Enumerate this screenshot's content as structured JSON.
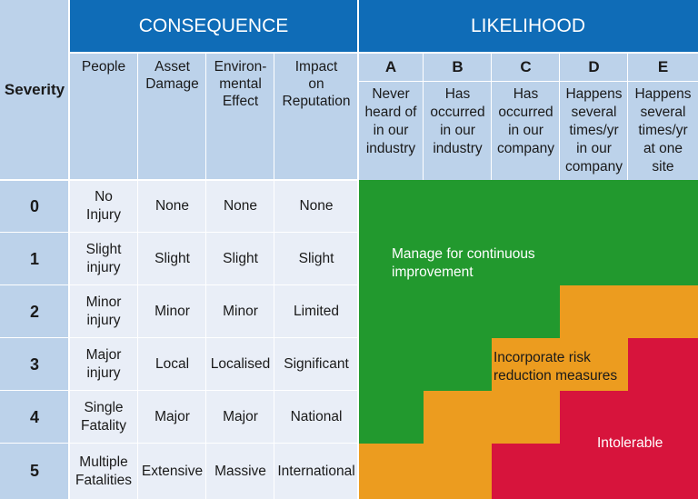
{
  "header": {
    "consequence": "CONSEQUENCE",
    "likelihood": "LIKELIHOOD",
    "severity": "Severity",
    "consequence_columns": [
      "People",
      "Asset\nDamage",
      "Environ-\nmental\nEffect",
      "Impact\non\nReputation"
    ],
    "likelihood_columns": [
      {
        "letter": "A",
        "description": "Never\nheard of\nin our\nindustry"
      },
      {
        "letter": "B",
        "description": "Has\noccurred\nin our\nindustry"
      },
      {
        "letter": "C",
        "description": "Has\noccurred\nin our\ncompany"
      },
      {
        "letter": "D",
        "description": "Happens\nseveral\ntimes/yr\nin our\ncompany"
      },
      {
        "letter": "E",
        "description": "Happens\nseveral\ntimes/yr\nat one\nsite"
      }
    ]
  },
  "rows": [
    {
      "severity": "0",
      "people": "No\nInjury",
      "asset": "None",
      "environment": "None",
      "reputation": "None"
    },
    {
      "severity": "1",
      "people": "Slight\ninjury",
      "asset": "Slight",
      "environment": "Slight",
      "reputation": "Slight"
    },
    {
      "severity": "2",
      "people": "Minor\ninjury",
      "asset": "Minor",
      "environment": "Minor",
      "reputation": "Limited"
    },
    {
      "severity": "3",
      "people": "Major\ninjury",
      "asset": "Local",
      "environment": "Localised",
      "reputation": "Significant"
    },
    {
      "severity": "4",
      "people": "Single\nFatality",
      "asset": "Major",
      "environment": "Major",
      "reputation": "National"
    },
    {
      "severity": "5",
      "people": "Multiple\nFatalities",
      "asset": "Extensive",
      "environment": "Massive",
      "reputation": "International"
    }
  ],
  "zones": {
    "green_label": "Manage for continuous\nimprovement",
    "orange_label": "Incorporate risk\nreduction measures",
    "red_label": "Intolerable"
  },
  "colors": {
    "header_blue": "#0f6cb7",
    "header_light": "#bcd2ea",
    "row_light": "#e9eef7",
    "green": "#22992e",
    "orange": "#ec9c1f",
    "red": "#d7143c"
  }
}
